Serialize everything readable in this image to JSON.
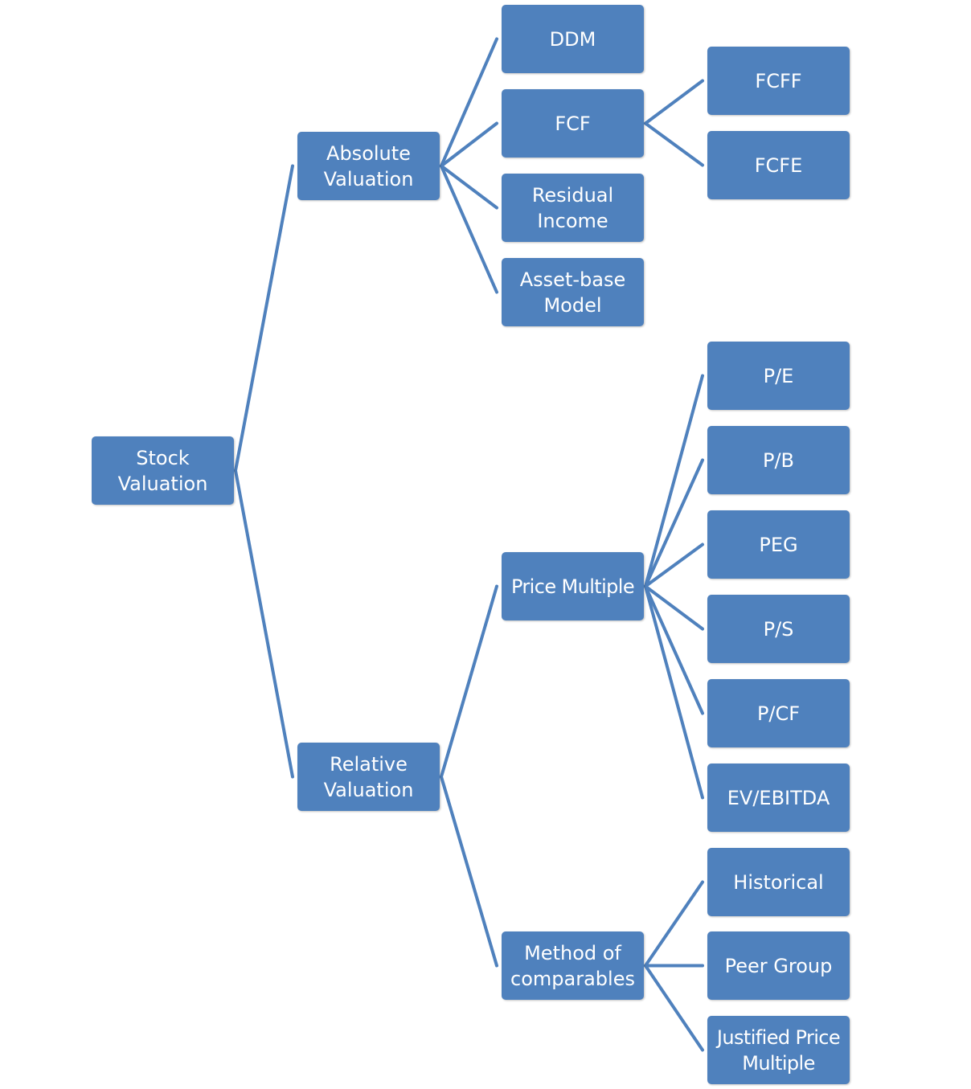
{
  "colors": {
    "node_fill": "#4f81bd",
    "connector": "#4f81bd",
    "text": "#ffffff"
  },
  "nodes": {
    "stock": "Stock\nValuation",
    "absolute": "Absolute\nValuation",
    "relative": "Relative\nValuation",
    "ddm": "DDM",
    "fcf": "FCF",
    "residual": "Residual\nIncome",
    "asset": "Asset-base\nModel",
    "fcff": "FCFF",
    "fcfe": "FCFE",
    "price": "Price Multiple",
    "method": "Method of\ncomparables",
    "pe": "P/E",
    "pb": "P/B",
    "peg": "PEG",
    "ps": "P/S",
    "pcf": "P/CF",
    "ev": "EV/EBITDA",
    "hist": "Historical",
    "peer": "Peer Group",
    "justified": "Justified Price\nMultiple"
  },
  "edges": [
    [
      "stock",
      "absolute"
    ],
    [
      "stock",
      "relative"
    ],
    [
      "absolute",
      "ddm"
    ],
    [
      "absolute",
      "fcf"
    ],
    [
      "absolute",
      "residual"
    ],
    [
      "absolute",
      "asset"
    ],
    [
      "fcf",
      "fcff"
    ],
    [
      "fcf",
      "fcfe"
    ],
    [
      "relative",
      "price"
    ],
    [
      "relative",
      "method"
    ],
    [
      "price",
      "pe"
    ],
    [
      "price",
      "pb"
    ],
    [
      "price",
      "peg"
    ],
    [
      "price",
      "ps"
    ],
    [
      "price",
      "pcf"
    ],
    [
      "price",
      "ev"
    ],
    [
      "method",
      "hist"
    ],
    [
      "method",
      "peer"
    ],
    [
      "method",
      "justified"
    ]
  ]
}
